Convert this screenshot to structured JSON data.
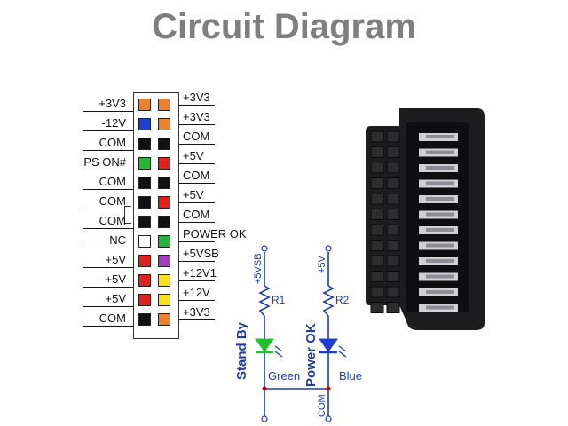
{
  "title": "Circuit Diagram",
  "pinout": {
    "rows": [
      {
        "left_label": "+3V3",
        "left_color": "#f07f2c",
        "right_color": "#f07f2c",
        "right_label": "+3V3"
      },
      {
        "left_label": "-12V",
        "left_color": "#1f3fd0",
        "right_color": "#f07f2c",
        "right_label": "+3V3"
      },
      {
        "left_label": "COM",
        "left_color": "#111111",
        "right_color": "#111111",
        "right_label": "COM"
      },
      {
        "left_label": "PS ON#",
        "left_color": "#28b43a",
        "right_color": "#e01f1f",
        "right_label": "+5V"
      },
      {
        "left_label": "COM",
        "left_color": "#111111",
        "right_color": "#111111",
        "right_label": "COM"
      },
      {
        "left_label": "COM",
        "left_color": "#111111",
        "right_color": "#e01f1f",
        "right_label": "+5V"
      },
      {
        "left_label": "COM",
        "left_color": "#111111",
        "right_color": "#111111",
        "right_label": "COM"
      },
      {
        "left_label": "NC",
        "left_color": "#ffffff",
        "right_color": "#28b43a",
        "right_label": "POWER OK"
      },
      {
        "left_label": "+5V",
        "left_color": "#e01f1f",
        "right_color": "#a43ac0",
        "right_label": "+5VSB"
      },
      {
        "left_label": "+5V",
        "left_color": "#e01f1f",
        "right_color": "#f7e21a",
        "right_label": "+12V1"
      },
      {
        "left_label": "+5V",
        "left_color": "#e01f1f",
        "right_color": "#f7e21a",
        "right_label": "+12V"
      },
      {
        "left_label": "COM",
        "left_color": "#111111",
        "right_color": "#f07f2c",
        "right_label": "+3V3"
      }
    ]
  },
  "schematic": {
    "rail_left": "+5VSB",
    "rail_right": "+5V",
    "r1": "R1",
    "r2": "R2",
    "led_left_name": "Stand By",
    "led_right_name": "Power OK",
    "led_left_color_label": "Green",
    "led_right_color_label": "Blue",
    "ground": "COM",
    "colors": {
      "wire": "#1f3fa8",
      "green_led": "#22c02a",
      "blue_led": "#1f3fd0",
      "node": "#c00000"
    }
  }
}
